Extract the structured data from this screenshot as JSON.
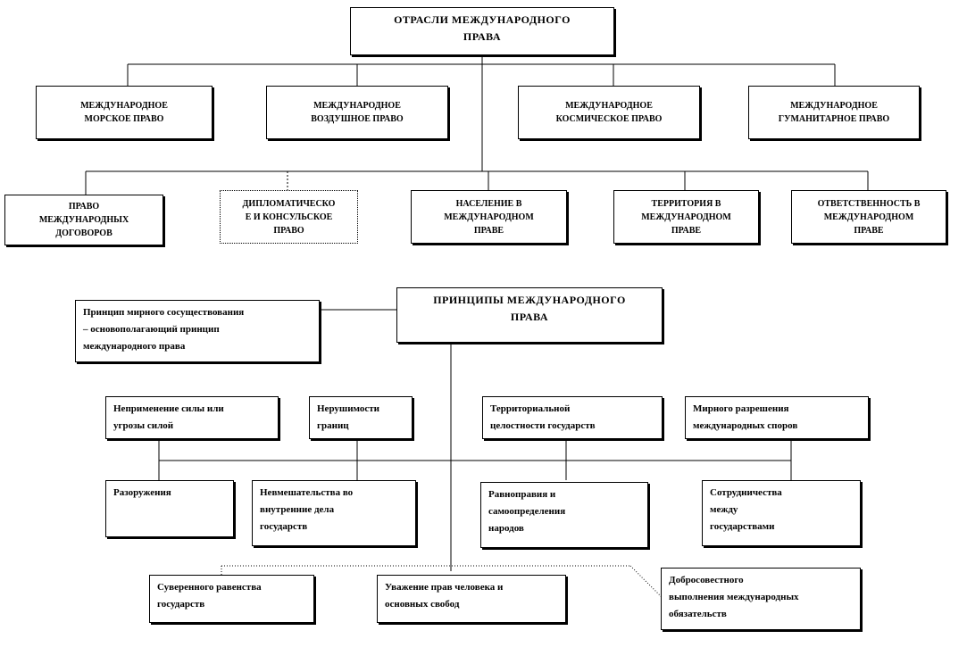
{
  "branches": {
    "title": [
      "ОТРАСЛИ МЕЖДУНАРОДНОГО",
      "ПРАВА"
    ],
    "row1": [
      [
        "МЕЖДУНАРОДНОЕ",
        "МОРСКОЕ ПРАВО"
      ],
      [
        "МЕЖДУНАРОДНОЕ",
        "ВОЗДУШНОЕ ПРАВО"
      ],
      [
        "МЕЖДУНАРОДНОЕ",
        "КОСМИЧЕСКОЕ ПРАВО"
      ],
      [
        "МЕЖДУНАРОДНОЕ",
        "ГУМАНИТАРНОЕ ПРАВО"
      ]
    ],
    "row2": [
      [
        "ПРАВО",
        "МЕЖДУНАРОДНЫХ",
        "ДОГОВОРОВ"
      ],
      [
        "ДИПЛОМАТИЧЕСКО",
        "Е И КОНСУЛЬСКОЕ",
        "ПРАВО"
      ],
      [
        "НАСЕЛЕНИЕ В",
        "МЕЖДУНАРОДНОМ",
        "ПРАВЕ"
      ],
      [
        "ТЕРРИТОРИЯ В",
        "МЕЖДУНАРОДНОМ",
        "ПРАВЕ"
      ],
      [
        "ОТВЕТСТВЕННОСТЬ В",
        "МЕЖДУНАРОДНОМ",
        "ПРАВЕ"
      ]
    ]
  },
  "principles": {
    "title": [
      "ПРИНЦИПЫ МЕЖДУНАРОДНОГО",
      "ПРАВА"
    ],
    "basic": [
      "Принцип мирного сосуществования",
      "– основополагающий принцип",
      "международного права"
    ],
    "row1": [
      [
        "Неприменение силы или",
        "угрозы силой"
      ],
      [
        "Нерушимости",
        "границ"
      ],
      [
        "Территориальной",
        "целостности государств"
      ],
      [
        "Мирного разрешения",
        "международных споров"
      ]
    ],
    "row2": [
      [
        "Разоружения"
      ],
      [
        "Невмешательства во",
        "внутренние дела",
        "государств"
      ],
      [
        "Равноправия и",
        "самоопределения",
        "народов"
      ],
      [
        "Сотрудничества",
        "между",
        "государствами"
      ]
    ],
    "row3": [
      [
        "Суверенного равенства",
        "государств"
      ],
      [
        "Уважение прав человека и",
        "основных свобод"
      ],
      [
        "Добросовестного",
        "выполнения международных",
        "обязательств"
      ]
    ]
  }
}
